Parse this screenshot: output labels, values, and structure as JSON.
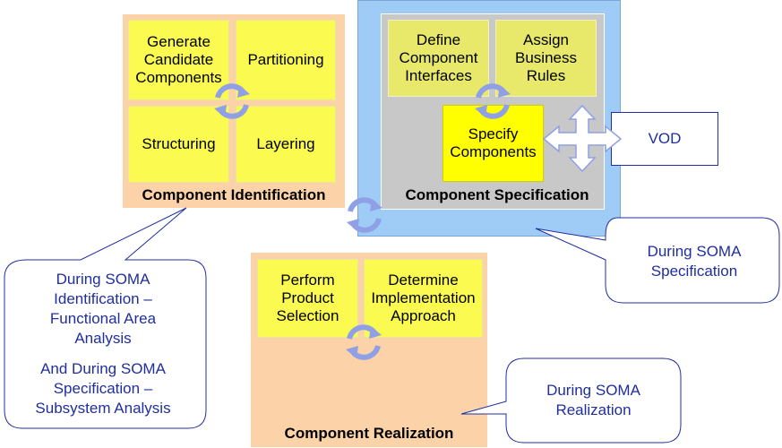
{
  "identification": {
    "title": "Component Identification",
    "boxes": [
      "Generate Candidate Components",
      "Partitioning",
      "Structuring",
      "Layering"
    ]
  },
  "specification": {
    "title": "Component Specification",
    "boxes": [
      "Define Component Interfaces",
      "Assign Business Rules",
      "Specify Components"
    ]
  },
  "realization": {
    "title": "Component Realization",
    "boxes": [
      "Perform Product Selection",
      "Determine Implementation Approach"
    ]
  },
  "vod": {
    "label": "VOD"
  },
  "callouts": {
    "identification": {
      "line1": "During SOMA Identification – Functional Area Analysis",
      "line2": "And During SOMA Specification – Subsystem Analysis"
    },
    "specification": "During SOMA Specification",
    "realization": "During SOMA Realization"
  },
  "colors": {
    "orange_panel": "#fcd2a8",
    "blue_panel": "#9fcbf7",
    "grey_panel": "#c8c8c8",
    "yellow": "#ffff00",
    "callout_text": "#1f2ea0",
    "cycle_arrow": "#8fa0e6"
  },
  "icons": [
    "cycle-icon",
    "four-way-arrow-icon"
  ]
}
